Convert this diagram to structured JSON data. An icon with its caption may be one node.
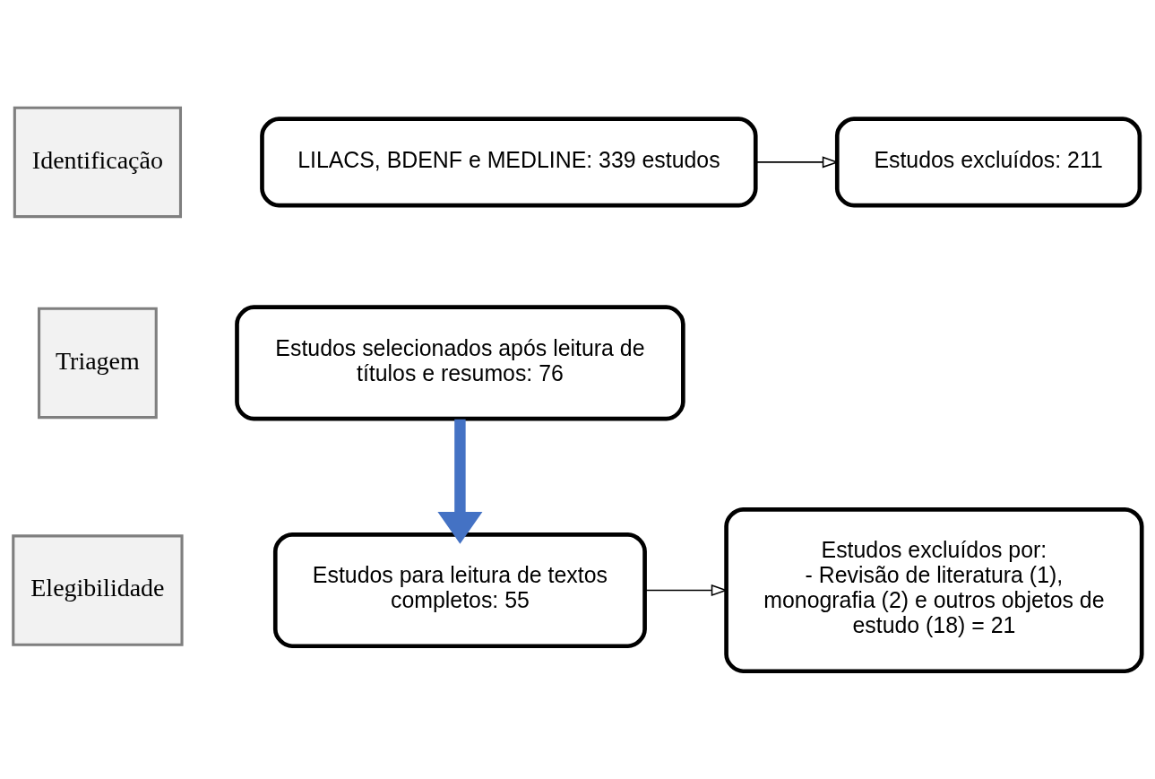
{
  "diagram": {
    "nodes": [
      {
        "text": [
          "Identificação"
        ]
      },
      {
        "text": [
          "LILACS, BDENF e MEDLINE: 339 estudos"
        ]
      },
      {
        "text": [
          "Estudos excluídos: 211"
        ]
      },
      {
        "text": [
          "Triagem"
        ]
      },
      {
        "text": [
          "Estudos selecionados após leitura de títulos e resumos: 76"
        ]
      },
      {
        "text": [
          "Elegibilidade"
        ]
      },
      {
        "text": [
          "Estudos para leitura de textos completos: 55"
        ]
      },
      {
        "text": [
          "Estudos excluídos por:",
          "- Revisão de literatura (1), monografia (2) e outros objetos de estudo (18) = 21"
        ]
      }
    ],
    "edges": [
      {
        "from": 1,
        "to": 2,
        "arrow": "to"
      },
      {
        "from": 4,
        "to": 6,
        "arrow": "to",
        "style": "thick",
        "color": "#4472c4"
      },
      {
        "from": 6,
        "to": 7,
        "arrow": "to"
      }
    ]
  }
}
